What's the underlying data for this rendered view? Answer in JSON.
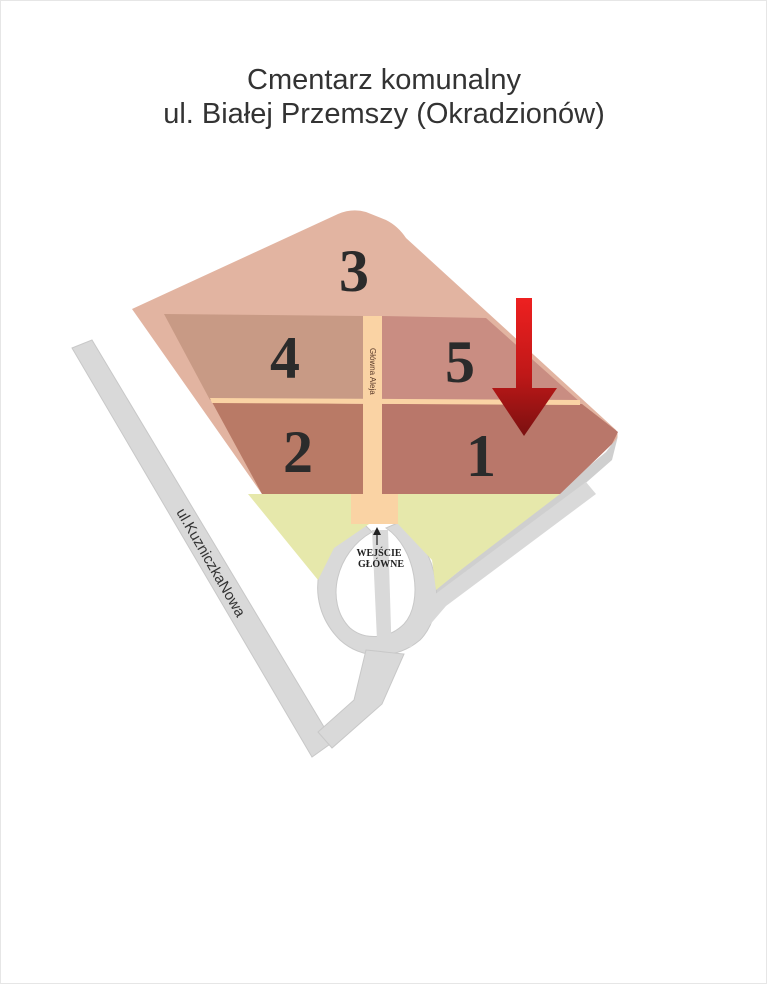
{
  "map": {
    "title_line1": "Cmentarz komunalny",
    "title_line2": "ul. Białej Przemszy (Okradzionów)",
    "street_label": "ul.KuzniczkaNowa",
    "alley_label": "Główna Aleja",
    "entrance_line1": "WEJŚCIE",
    "entrance_line2": "GŁÓWNE",
    "sectors": {
      "s1": "1",
      "s2": "2",
      "s3": "3",
      "s4": "4",
      "s5": "5"
    },
    "highlighted_sector": "1",
    "colors": {
      "sector3": "#e2b4a1",
      "sector4": "#c89a85",
      "sector5": "#c98d82",
      "sector2": "#b97a66",
      "sector1": "#b9776a",
      "alley": "#fad3a4",
      "grass": "#e6e8ab",
      "road": "#d9d9d9",
      "arrow": "#cc1a1a"
    },
    "icons": {
      "marker": "down-arrow-icon",
      "entrance": "up-arrow-icon"
    }
  }
}
